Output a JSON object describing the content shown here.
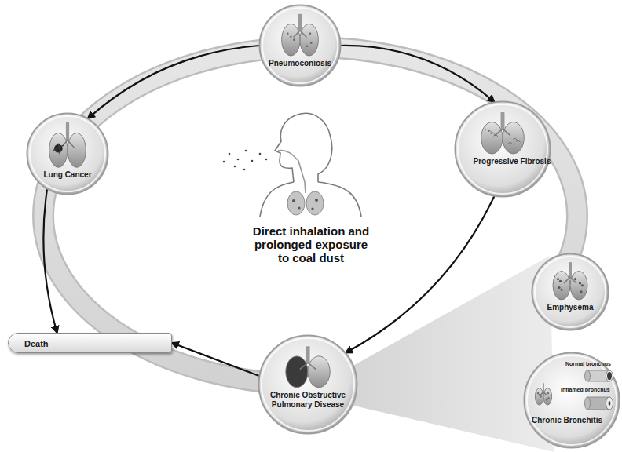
{
  "diagram": {
    "nodes": [
      {
        "text": [
          "Pneumoconiosis"
        ]
      },
      {
        "text": [
          "Lung Cancer"
        ]
      },
      {
        "text": [
          "Progressive Fibrosis"
        ]
      },
      {
        "text": [
          "Chronic Obstructive Pulmonary Disease"
        ]
      },
      {
        "text": [
          "Emphysema"
        ]
      },
      {
        "text": [
          "Chronic Bronchitis"
        ]
      },
      {
        "text": [
          "Death"
        ]
      }
    ],
    "edges": [
      {
        "from": 0,
        "to": 2,
        "arrow": "to"
      },
      {
        "from": 2,
        "to": 3,
        "arrow": "to"
      },
      {
        "from": 3,
        "to": 6,
        "arrow": "to"
      },
      {
        "from": 0,
        "to": 1,
        "arrow": "to"
      },
      {
        "from": 1,
        "to": 6,
        "arrow": "to"
      }
    ],
    "labels": [
      "Direct inhalation and prolonged exposure to coal dust",
      "Normal bronchus",
      "Inflamed bronchus"
    ]
  }
}
